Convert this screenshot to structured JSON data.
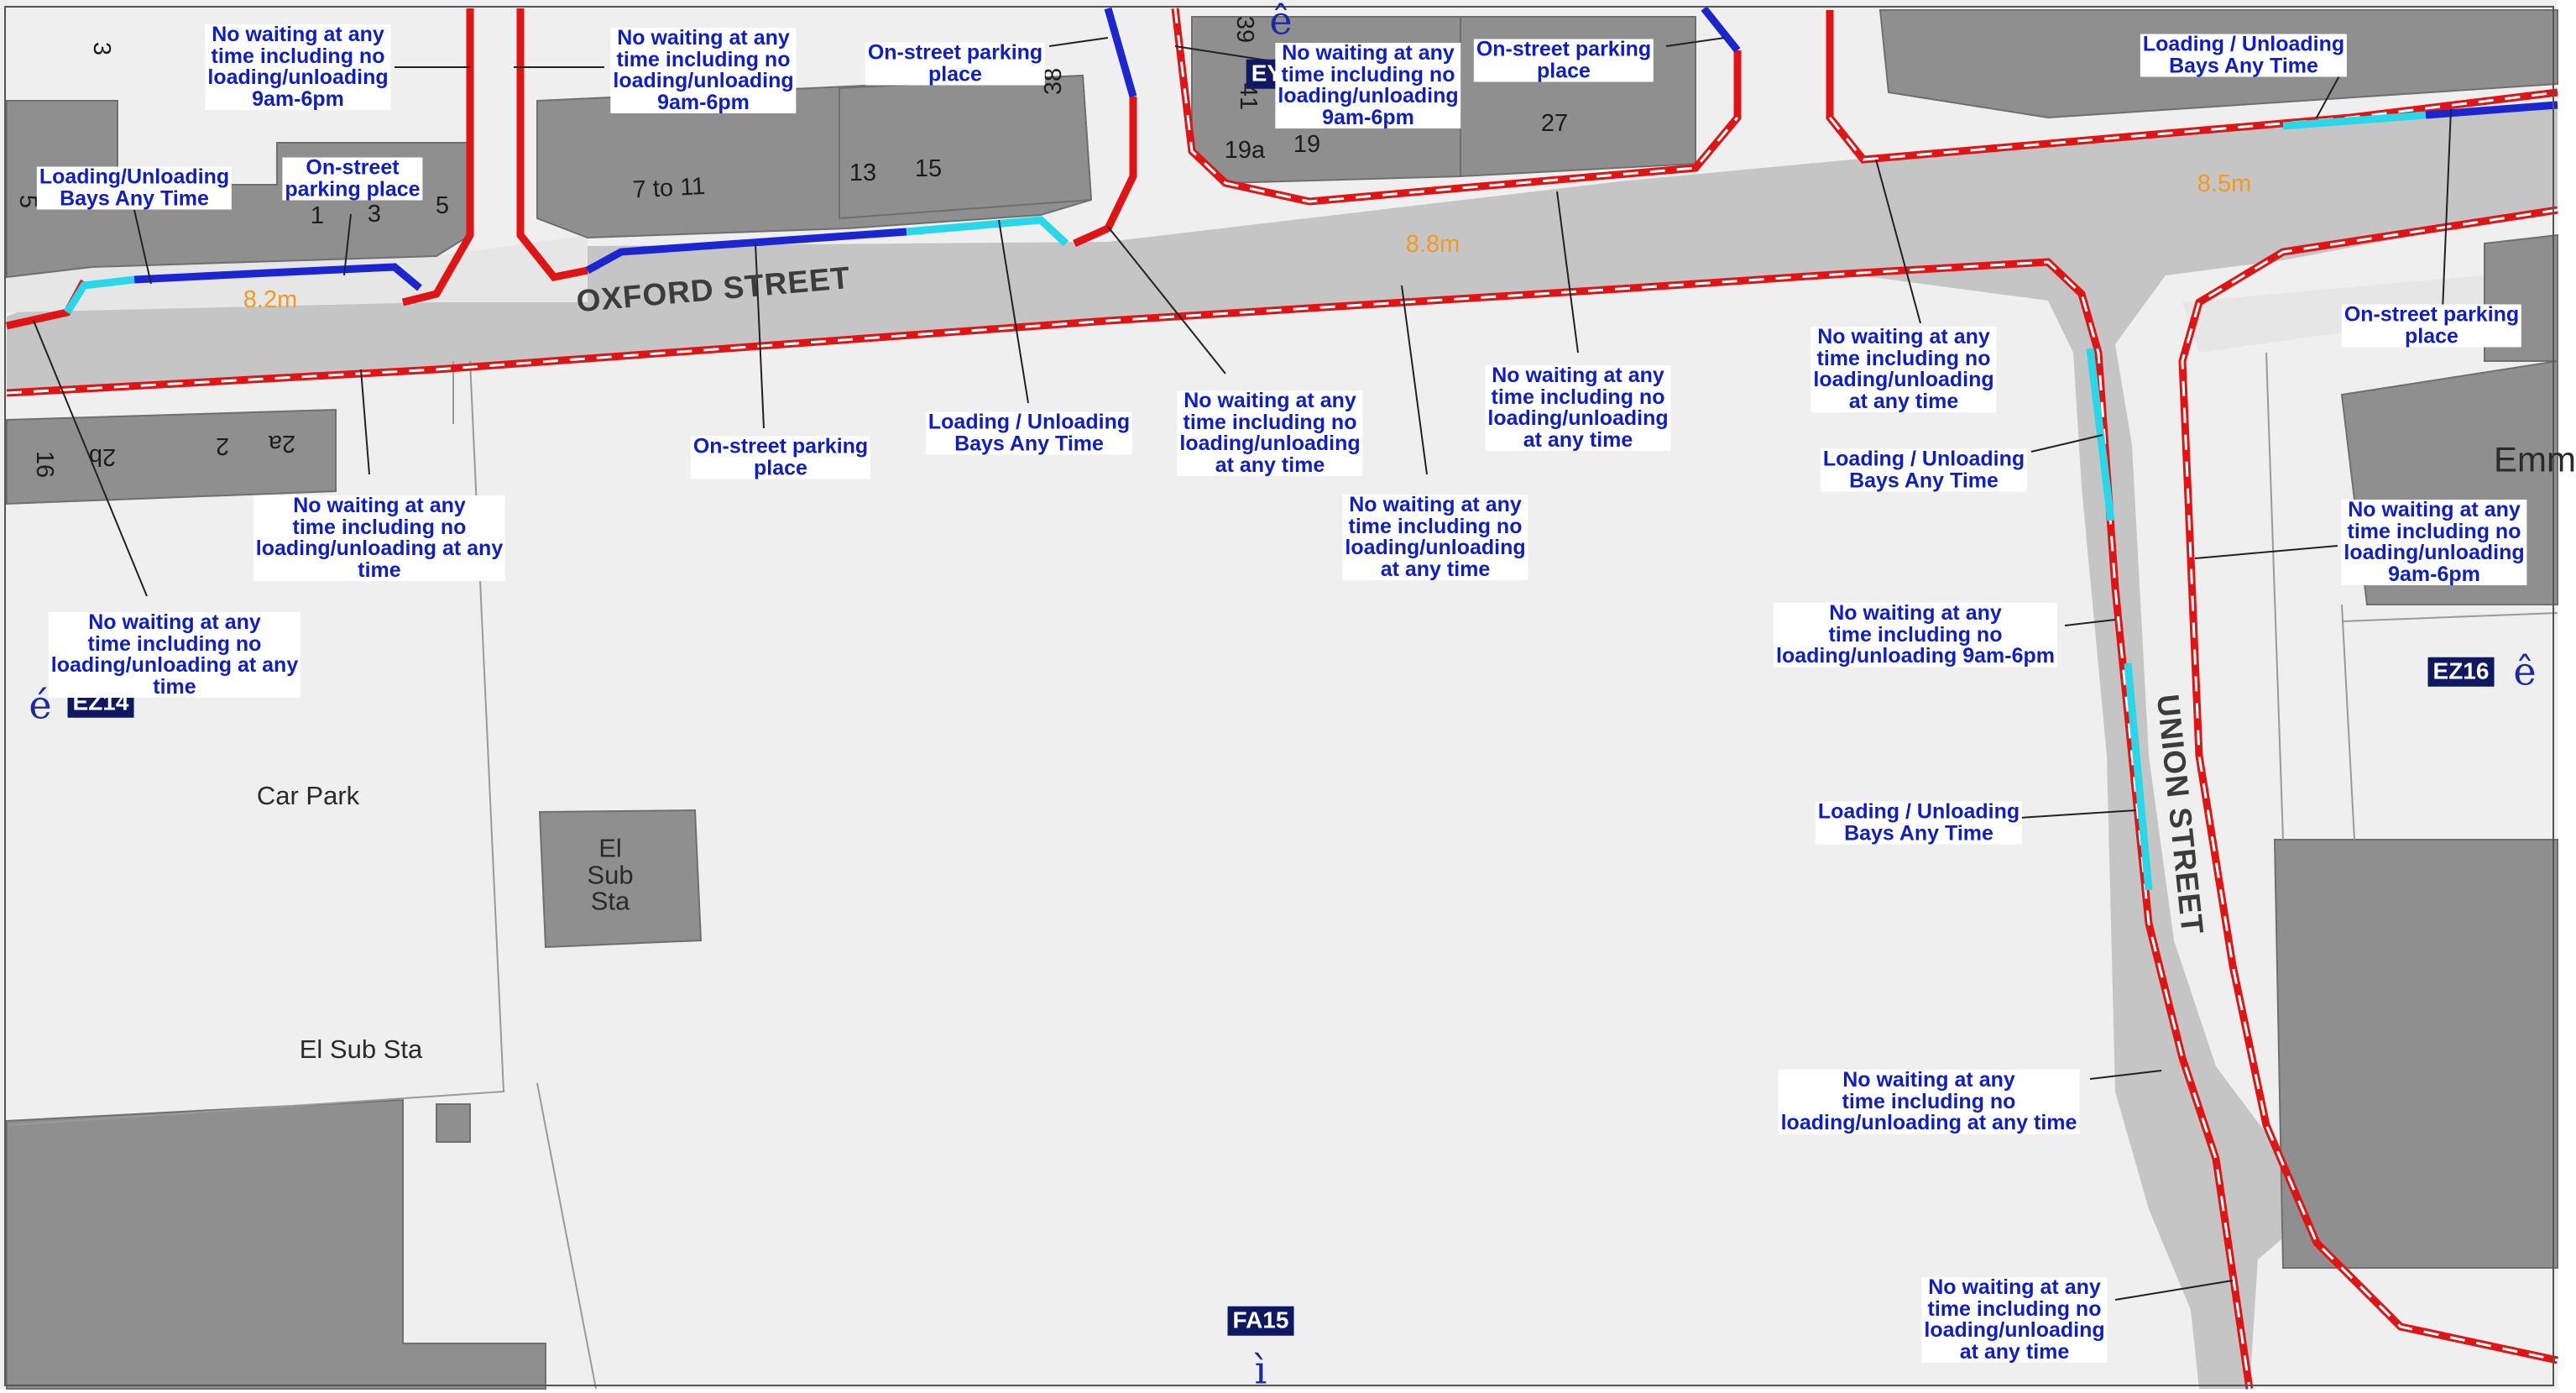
{
  "map": {
    "streets": {
      "oxford": "OXFORD STREET",
      "union": "UNION STREET"
    },
    "widths": {
      "oxford_west": "8.2m",
      "oxford_mid": "8.8m",
      "oxford_east": "8.5m"
    },
    "places": {
      "car_park": "Car Park",
      "el_sub_sta_block": "El\nSub\nSta",
      "el_sub_sta": "El Sub Sta",
      "emm": "Emm"
    },
    "house_numbers": {
      "n3": "3",
      "n5_left": "5",
      "n1": "1",
      "n3b": "3",
      "n5": "5",
      "n7_to_11": "7 to 11",
      "n13": "13",
      "n15": "15",
      "n38": "38",
      "n39": "39",
      "n41": "41",
      "n19a": "19a",
      "n19": "19",
      "n27": "27",
      "n16": "16",
      "n2b": "2b",
      "n2": "2",
      "n2a": "2a"
    },
    "grid_refs": {
      "ey15": "EY15",
      "ez14": "EZ14",
      "ez16": "EZ16",
      "fa15": "FA15"
    },
    "glyphs": {
      "ey15_arrow": "ê",
      "ez14_arrow": "é",
      "ez16_arrow": "ê",
      "fa15_arrow": "ì"
    },
    "restrictions": {
      "r1": "No waiting at any\ntime including no\nloading/unloading\n9am-6pm",
      "r2": "No waiting at any\ntime including no\nloading/unloading\n9am-6pm",
      "r3": "On-street parking\nplace",
      "r4": "No waiting at any\ntime including no\nloading/unloading\n9am-6pm",
      "r5": "On-street parking\nplace",
      "r6": "Loading / Unloading\nBays Any Time",
      "r7": "Loading/Unloading\nBays Any Time",
      "r8": "On-street\nparking place",
      "r9": "On-street parking\nplace",
      "r10": "Loading / Unloading\nBays Any Time",
      "r11": "No waiting at any\ntime including no\nloading/unloading\nat any time",
      "r12": "No waiting at any\ntime including no\nloading/unloading\nat any time",
      "r13": "No waiting at any\ntime including no\nloading/unloading\nat any time",
      "r14": "No waiting at any\ntime including no\nloading/unloading at any\ntime",
      "r15": "No waiting at any\ntime including no\nloading/unloading at any\ntime",
      "r16": "No waiting at any\ntime including no\nloading/unloading\nat any time",
      "r17": "Loading / Unloading\nBays Any Time",
      "r18": "On-street parking\nplace",
      "r19": "No waiting at any\ntime including no\nloading/unloading\n9am-6pm",
      "r20": "No waiting at any\ntime including no\nloading/unloading 9am-6pm",
      "r21": "Loading / Unloading\nBays Any Time",
      "r22": "No waiting at any\ntime including no\nloading/unloading at any time",
      "r23": "No waiting at any\ntime including no\nloading/unloading\nat any time"
    }
  }
}
